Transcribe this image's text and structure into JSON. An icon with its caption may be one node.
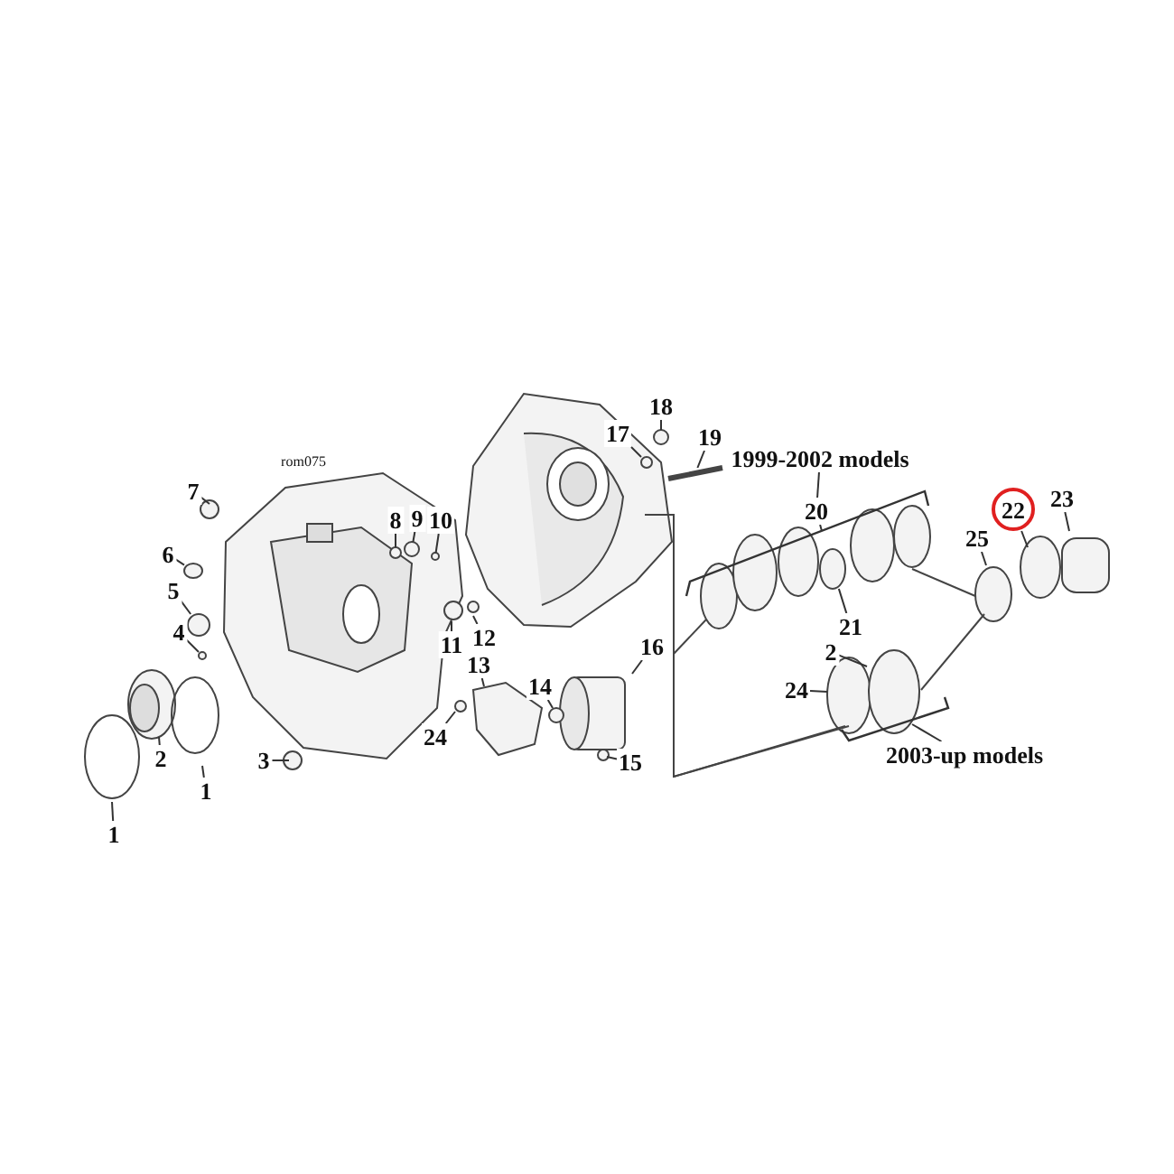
{
  "diagram": {
    "nodes": [
      {
        "text": [
          "18"
        ]
      },
      {
        "text": [
          "7"
        ]
      },
      {
        "text": [
          "17"
        ]
      },
      {
        "text": [
          "19"
        ]
      },
      {
        "text": [
          "1999-2002 models"
        ]
      },
      {
        "text": [
          "8"
        ]
      },
      {
        "text": [
          "9"
        ]
      },
      {
        "text": [
          "10"
        ]
      },
      {
        "text": [
          "22"
        ]
      },
      {
        "text": [
          "23"
        ]
      },
      {
        "text": [
          "20"
        ]
      },
      {
        "text": [
          "25"
        ]
      },
      {
        "text": [
          "6"
        ]
      },
      {
        "text": [
          "5"
        ]
      },
      {
        "text": [
          "4"
        ]
      },
      {
        "text": [
          "21"
        ]
      },
      {
        "text": [
          "11"
        ]
      },
      {
        "text": [
          "12"
        ]
      },
      {
        "text": [
          "16"
        ]
      },
      {
        "text": [
          "2"
        ]
      },
      {
        "text": [
          "13"
        ]
      },
      {
        "text": [
          "14"
        ]
      },
      {
        "text": [
          "24"
        ]
      },
      {
        "text": [
          "24"
        ]
      },
      {
        "text": [
          "2"
        ]
      },
      {
        "text": [
          "3"
        ]
      },
      {
        "text": [
          "1"
        ]
      },
      {
        "text": [
          "15"
        ]
      },
      {
        "text": [
          "2003-up models"
        ]
      },
      {
        "text": [
          "1"
        ]
      },
      {
        "text": [],
        "shape": "circle"
      },
      {
        "text": [],
        "shape": "bar"
      },
      {
        "text": [],
        "shape": "circle"
      },
      {
        "text": [],
        "shape": "circle"
      },
      {
        "text": [],
        "shape": "circle"
      },
      {
        "text": [],
        "shape": "circle"
      },
      {
        "text": [],
        "shape": "circle"
      },
      {
        "text": [],
        "shape": "circle"
      },
      {
        "text": [],
        "shape": "circle"
      }
    ],
    "edges": [
      {
        "from": 0,
        "to": 30,
        "arrow": "none"
      },
      {
        "from": 1,
        "to": null,
        "arrow": "none"
      },
      {
        "from": 2,
        "to": 38,
        "arrow": "none"
      },
      {
        "from": 3,
        "to": 31,
        "arrow": "none"
      },
      {
        "from": 4,
        "to": 10,
        "arrow": "none"
      },
      {
        "from": 5,
        "to": 36,
        "arrow": "none"
      },
      {
        "from": 6,
        "to": 32,
        "arrow": "none"
      },
      {
        "from": 7,
        "to": 33,
        "arrow": "none"
      },
      {
        "from": 8,
        "to": null,
        "arrow": "none"
      },
      {
        "from": 9,
        "to": null,
        "arrow": "none"
      },
      {
        "from": 10,
        "to": null,
        "arrow": "none"
      },
      {
        "from": 11,
        "to": null,
        "arrow": "none"
      },
      {
        "from": 12,
        "to": 34,
        "arrow": "none"
      },
      {
        "from": 13,
        "to": 35,
        "arrow": "none"
      },
      {
        "from": 14,
        "to": null,
        "arrow": "none"
      },
      {
        "from": 15,
        "to": 37,
        "arrow": "none"
      },
      {
        "from": 16,
        "to": null,
        "arrow": "none"
      },
      {
        "from": 17,
        "to": null,
        "arrow": "none"
      },
      {
        "from": 18,
        "to": null,
        "arrow": "none"
      },
      {
        "from": 19,
        "to": null,
        "arrow": "none"
      },
      {
        "from": 20,
        "to": null,
        "arrow": "none"
      },
      {
        "from": 21,
        "to": null,
        "arrow": "none"
      },
      {
        "from": 22,
        "to": null,
        "arrow": "none"
      },
      {
        "from": 23,
        "to": null,
        "arrow": "none"
      },
      {
        "from": 24,
        "to": null,
        "arrow": "none"
      },
      {
        "from": 25,
        "to": null,
        "arrow": "none"
      },
      {
        "from": 26,
        "to": null,
        "arrow": "none"
      },
      {
        "from": 27,
        "to": null,
        "arrow": "none"
      },
      {
        "from": 28,
        "to": null,
        "arrow": "none"
      },
      {
        "from": 29,
        "to": null,
        "arrow": "none"
      }
    ],
    "labels": [
      "rom075"
    ]
  }
}
